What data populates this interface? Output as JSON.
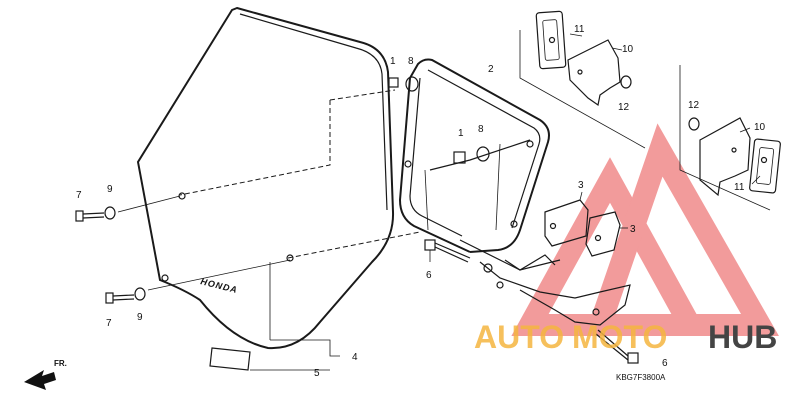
{
  "callouts": {
    "c1_a": "1",
    "c8_a": "8",
    "c2": "2",
    "c1_b": "1",
    "c8_b": "8",
    "c7_a": "7",
    "c9_a": "9",
    "c7_b": "7",
    "c9_b": "9",
    "c6_a": "6",
    "c4": "4",
    "c5": "5",
    "c6_b": "6",
    "c3_a": "3",
    "c3_b": "3",
    "c11_a": "11",
    "c10_a": "10",
    "c12_a": "12",
    "c12_b": "12",
    "c10_b": "10",
    "c11_b": "11"
  },
  "windscreen_logo": "HONDA",
  "direction_label": "FR.",
  "part_code": "KBG7F3800A",
  "watermark": {
    "auto": "AUTO",
    "moto": "MOTO",
    "hub": "HUB",
    "color_orange": "#f5b640",
    "color_gray": "#444444",
    "color_red": "#e84a4a"
  }
}
